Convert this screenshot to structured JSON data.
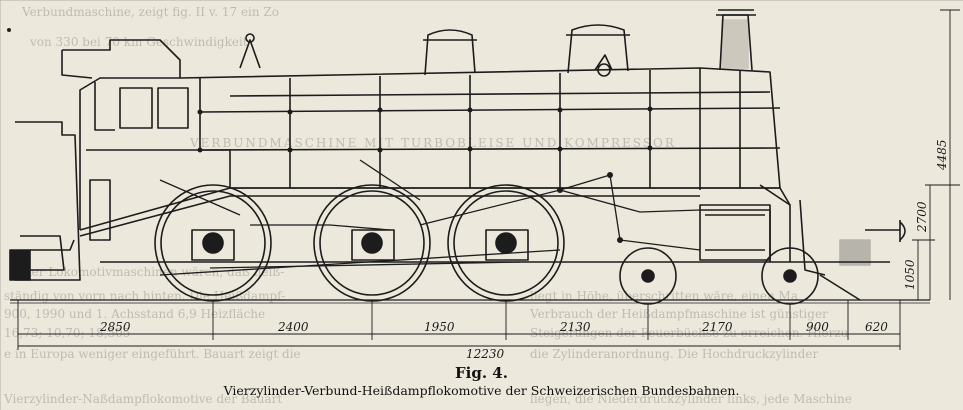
{
  "figure": {
    "label": "Fig. 4.",
    "caption": "Vierzylinder-Verbund-Heißdampflokomotive der Schweizerischen Bundesbahnen."
  },
  "dimensions": {
    "horizontal": [
      "2850",
      "2400",
      "1950",
      "2130",
      "2170",
      "900",
      "620"
    ],
    "total_length": "12230",
    "height_total": "4485",
    "height_boiler": "2700",
    "height_buffer": "1050"
  },
  "show_through": {
    "top_line": "Verbundmaschine, zeigt fig. II v. 17 ein Zo",
    "top_line_2": "von 330 bei 70 km Geschwindigkeit",
    "banner": "VERBUNDMASCHINE MIT TURBOBLEISE UND KOMPRESSOR",
    "line_1": "der Lokomotivmaschinen wären, daß heiß-",
    "line_2": "ständig von vorn nach hinten. Die Heißdampf-",
    "line_3": "900, 1990 und 1. Achsstand 6,9 Heizfläche",
    "line_4": "16,73; 10,70; 18,505",
    "line_5": "e in Europa weniger eingeführt. Bauart zeigt die",
    "line_6": "Vierzylinder-Naßdampflokomotive der Bauart",
    "right_1": "liegt in Höhe, überschritten wäre, einen Ma",
    "right_2": "Verbrauch der Heißdampfmaschine ist günstiger",
    "right_3": "Steigerungen der Feuerbüchse zu erreichen. Hierzu",
    "right_4": "die Zylinderanordnung. Die Hochdruckzylinder",
    "right_5": "liegen, die Niederdruckzylinder links, jede Maschine"
  }
}
